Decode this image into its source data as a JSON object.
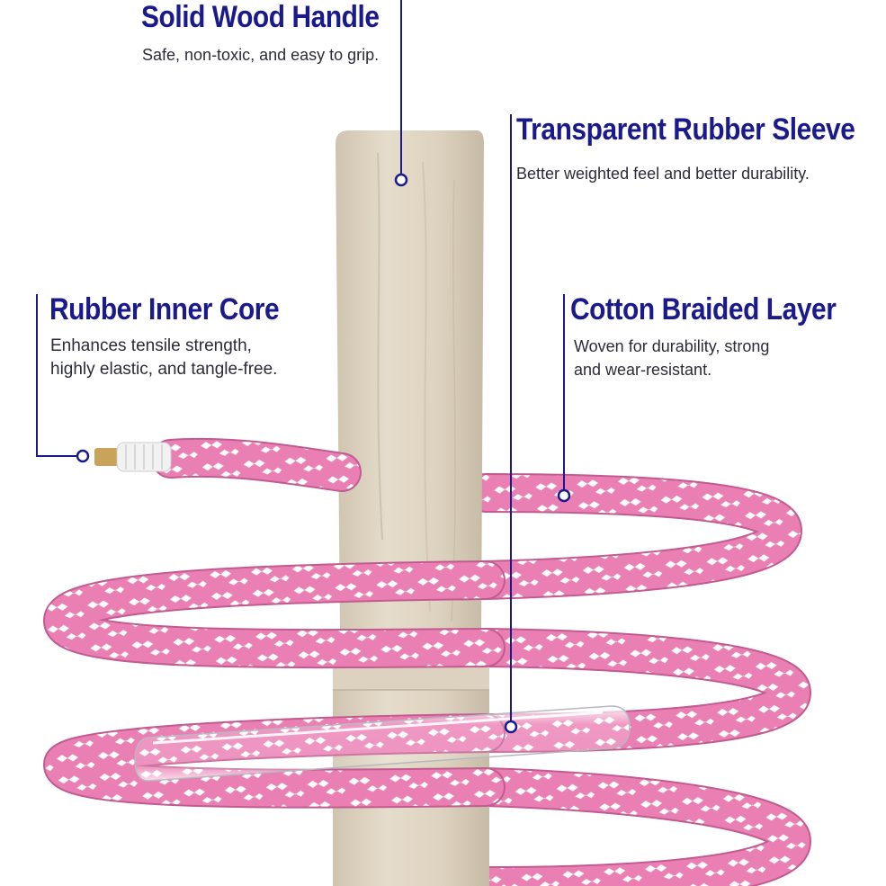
{
  "callouts": {
    "handle": {
      "title": "Solid Wood Handle",
      "description": "Safe, non-toxic, and easy to grip."
    },
    "sleeve": {
      "title": "Transparent Rubber Sleeve",
      "description": "Better weighted feel and better durability."
    },
    "core": {
      "title": "Rubber Inner Core",
      "description_lines": [
        "Enhances tensile strength,",
        "highly elastic, and tangle-free."
      ]
    },
    "braid": {
      "title": "Cotton Braided Layer",
      "description_lines": [
        "Woven for durability, strong",
        "and wear-resistant."
      ]
    }
  },
  "colors": {
    "accent": "#1a1a8c",
    "rope_pink": "#ea7fb4",
    "rope_white": "#ffffff",
    "wood": "#ddd2bf"
  }
}
